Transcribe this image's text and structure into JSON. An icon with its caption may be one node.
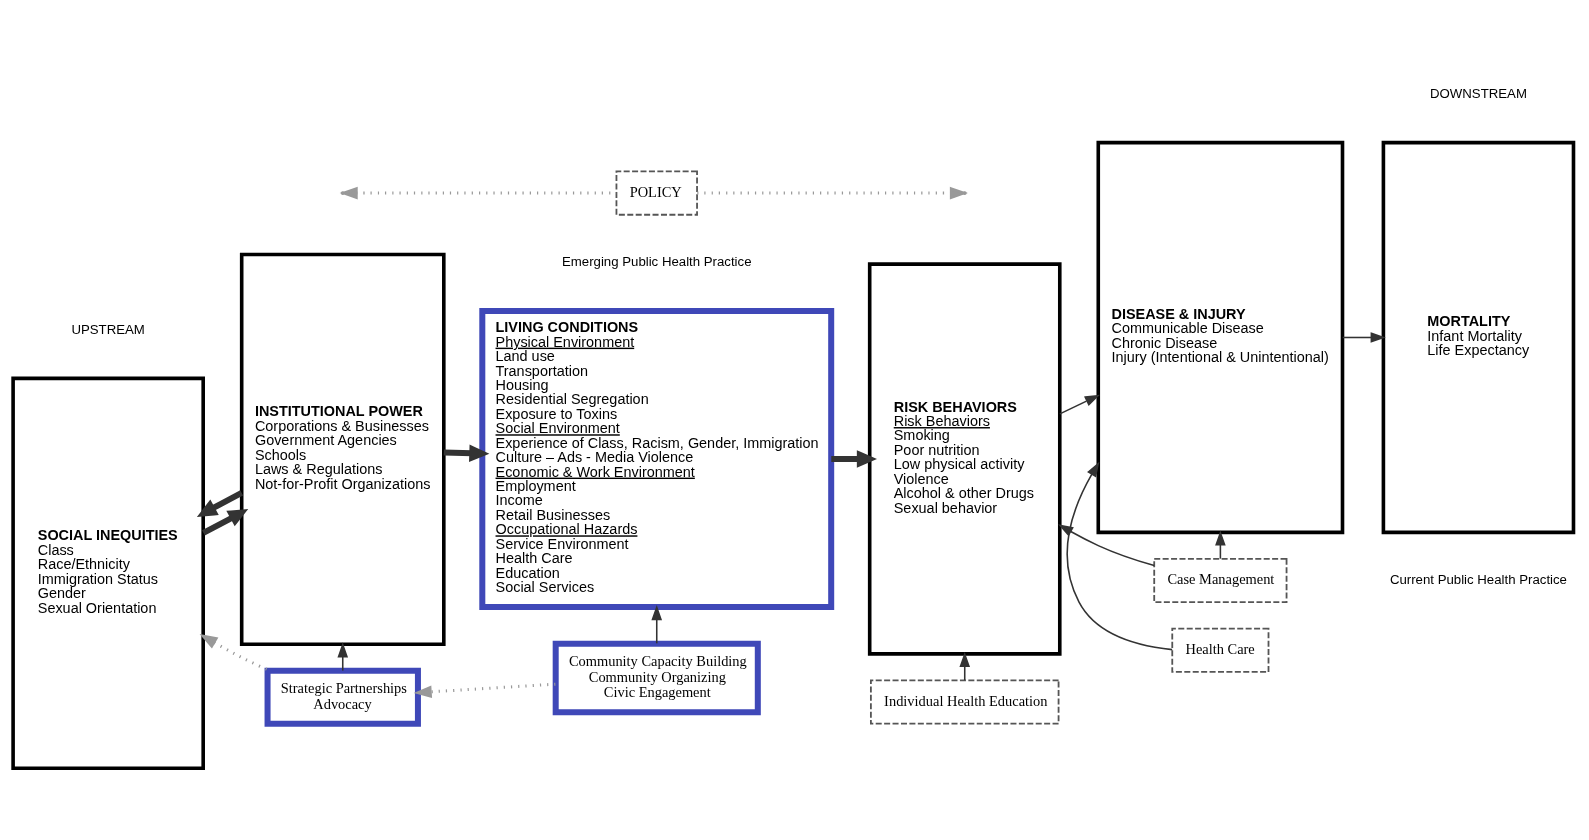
{
  "diagram": {
    "nodes": [
      {
        "text": [
          "SOCIAL INEQUITIES",
          "Class",
          "Race/Ethnicity",
          "Immigration Status",
          "Gender",
          "Sexual Orientation"
        ]
      },
      {
        "text": [
          "INSTITUTIONAL POWER",
          "Corporations & Businesses",
          "Government Agencies",
          "Schools",
          "Laws & Regulations",
          "Not-for-Profit Organizations"
        ]
      },
      {
        "text": [
          "LIVING CONDITIONS",
          "Physical Environment",
          "Land use",
          "Transportation",
          "Housing",
          "Residential Segregation",
          "Exposure to Toxins",
          "Social Environment",
          "Experience of Class, Racism, Gender, Immigration",
          "Culture – Ads - Media Violence",
          "Economic & Work Environment",
          "Employment",
          "Income",
          "Retail Businesses",
          "Occupational Hazards",
          "Service Environment",
          "Health Care",
          "Education",
          "Social Services"
        ]
      },
      {
        "text": [
          "RISK BEHAVIORS",
          "Risk Behaviors",
          "Smoking",
          "Poor nutrition",
          "Low physical activity",
          "Violence",
          "Alcohol & other Drugs",
          "Sexual behavior"
        ]
      },
      {
        "text": [
          "DISEASE & INJURY",
          "Communicable Disease",
          "Chronic Disease",
          "Injury (Intentional & Unintentional)"
        ]
      },
      {
        "text": [
          "MORTALITY",
          "Infant Mortality",
          "Life Expectancy"
        ]
      },
      {
        "text": [
          "Strategic Partnerships",
          "Advocacy"
        ]
      },
      {
        "text": [
          "Community Capacity Building",
          "Community Organizing",
          "Civic Engagement"
        ]
      },
      {
        "text": [
          "POLICY"
        ]
      },
      {
        "text": [
          "Individual Health Education"
        ]
      },
      {
        "text": [
          "Health Care"
        ]
      },
      {
        "text": [
          "Case Management"
        ]
      }
    ],
    "edges": [
      {
        "from": 0,
        "to": 1,
        "arrow": "to",
        "style": "thick"
      },
      {
        "from": 1,
        "to": 0,
        "arrow": "to",
        "style": "thick"
      },
      {
        "from": 1,
        "to": 2,
        "arrow": "to",
        "style": "thick"
      },
      {
        "from": 2,
        "to": 3,
        "arrow": "to",
        "style": "thick"
      },
      {
        "from": 3,
        "to": 4,
        "arrow": "to"
      },
      {
        "from": 4,
        "to": 5,
        "arrow": "to"
      },
      {
        "from": 6,
        "to": 0,
        "arrow": "to",
        "style": "dashed",
        "color": "#999999"
      },
      {
        "from": 6,
        "to": 1,
        "arrow": "to"
      },
      {
        "from": 7,
        "to": 6,
        "arrow": "to",
        "style": "dashed",
        "color": "#999999"
      },
      {
        "from": 7,
        "to": 2,
        "arrow": "to"
      },
      {
        "from": 8,
        "to": null,
        "arrow": "to",
        "style": "dashed",
        "color": "#999999"
      },
      {
        "from": 8,
        "to": null,
        "arrow": "to",
        "style": "dashed",
        "color": "#999999"
      },
      {
        "from": 9,
        "to": 3,
        "arrow": "to"
      },
      {
        "from": 11,
        "to": 3,
        "arrow": "to"
      },
      {
        "from": 11,
        "to": 4,
        "arrow": "to"
      },
      {
        "from": 10,
        "to": 4,
        "arrow": "to"
      }
    ],
    "labels": [
      "UPSTREAM",
      "DOWNSTREAM",
      "Emerging Public Health Practice",
      "Current Public Health Practice"
    ]
  }
}
